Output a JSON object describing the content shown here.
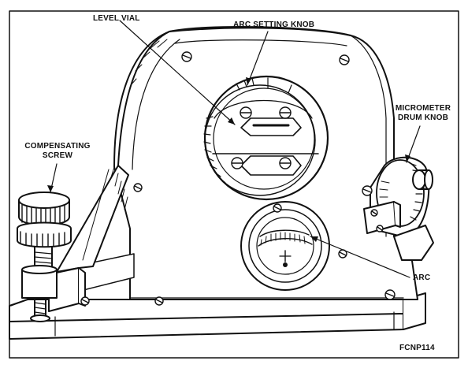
{
  "figure": {
    "labels": {
      "level_vial": "LEVEL VIAL",
      "arc_setting_knob": "ARC SETTING KNOB",
      "micrometer_drum_knob_line1": "MICROMETER",
      "micrometer_drum_knob_line2": "DRUM KNOB",
      "compensating_screw_line1": "COMPENSATING",
      "compensating_screw_line2": "SCREW",
      "arc": "ARC",
      "figure_code": "FCNP114"
    }
  }
}
